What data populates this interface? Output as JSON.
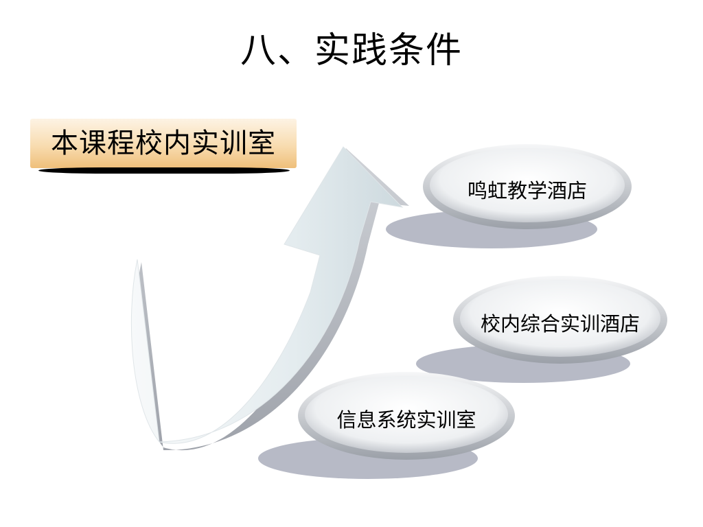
{
  "title": "八、实践条件",
  "section_label": "本课程校内实训室",
  "items": [
    {
      "label": "鸣虹教学酒店"
    },
    {
      "label": "校内综合实训酒店"
    },
    {
      "label": "信息系统实训室"
    }
  ],
  "colors": {
    "label_gradient_top": "#fdf3e4",
    "label_gradient_bottom": "#efbf7a",
    "pill_face": "#eef1f3",
    "pill_shadow": "#b9bcc7",
    "arrow_face": "#e6eef1"
  }
}
